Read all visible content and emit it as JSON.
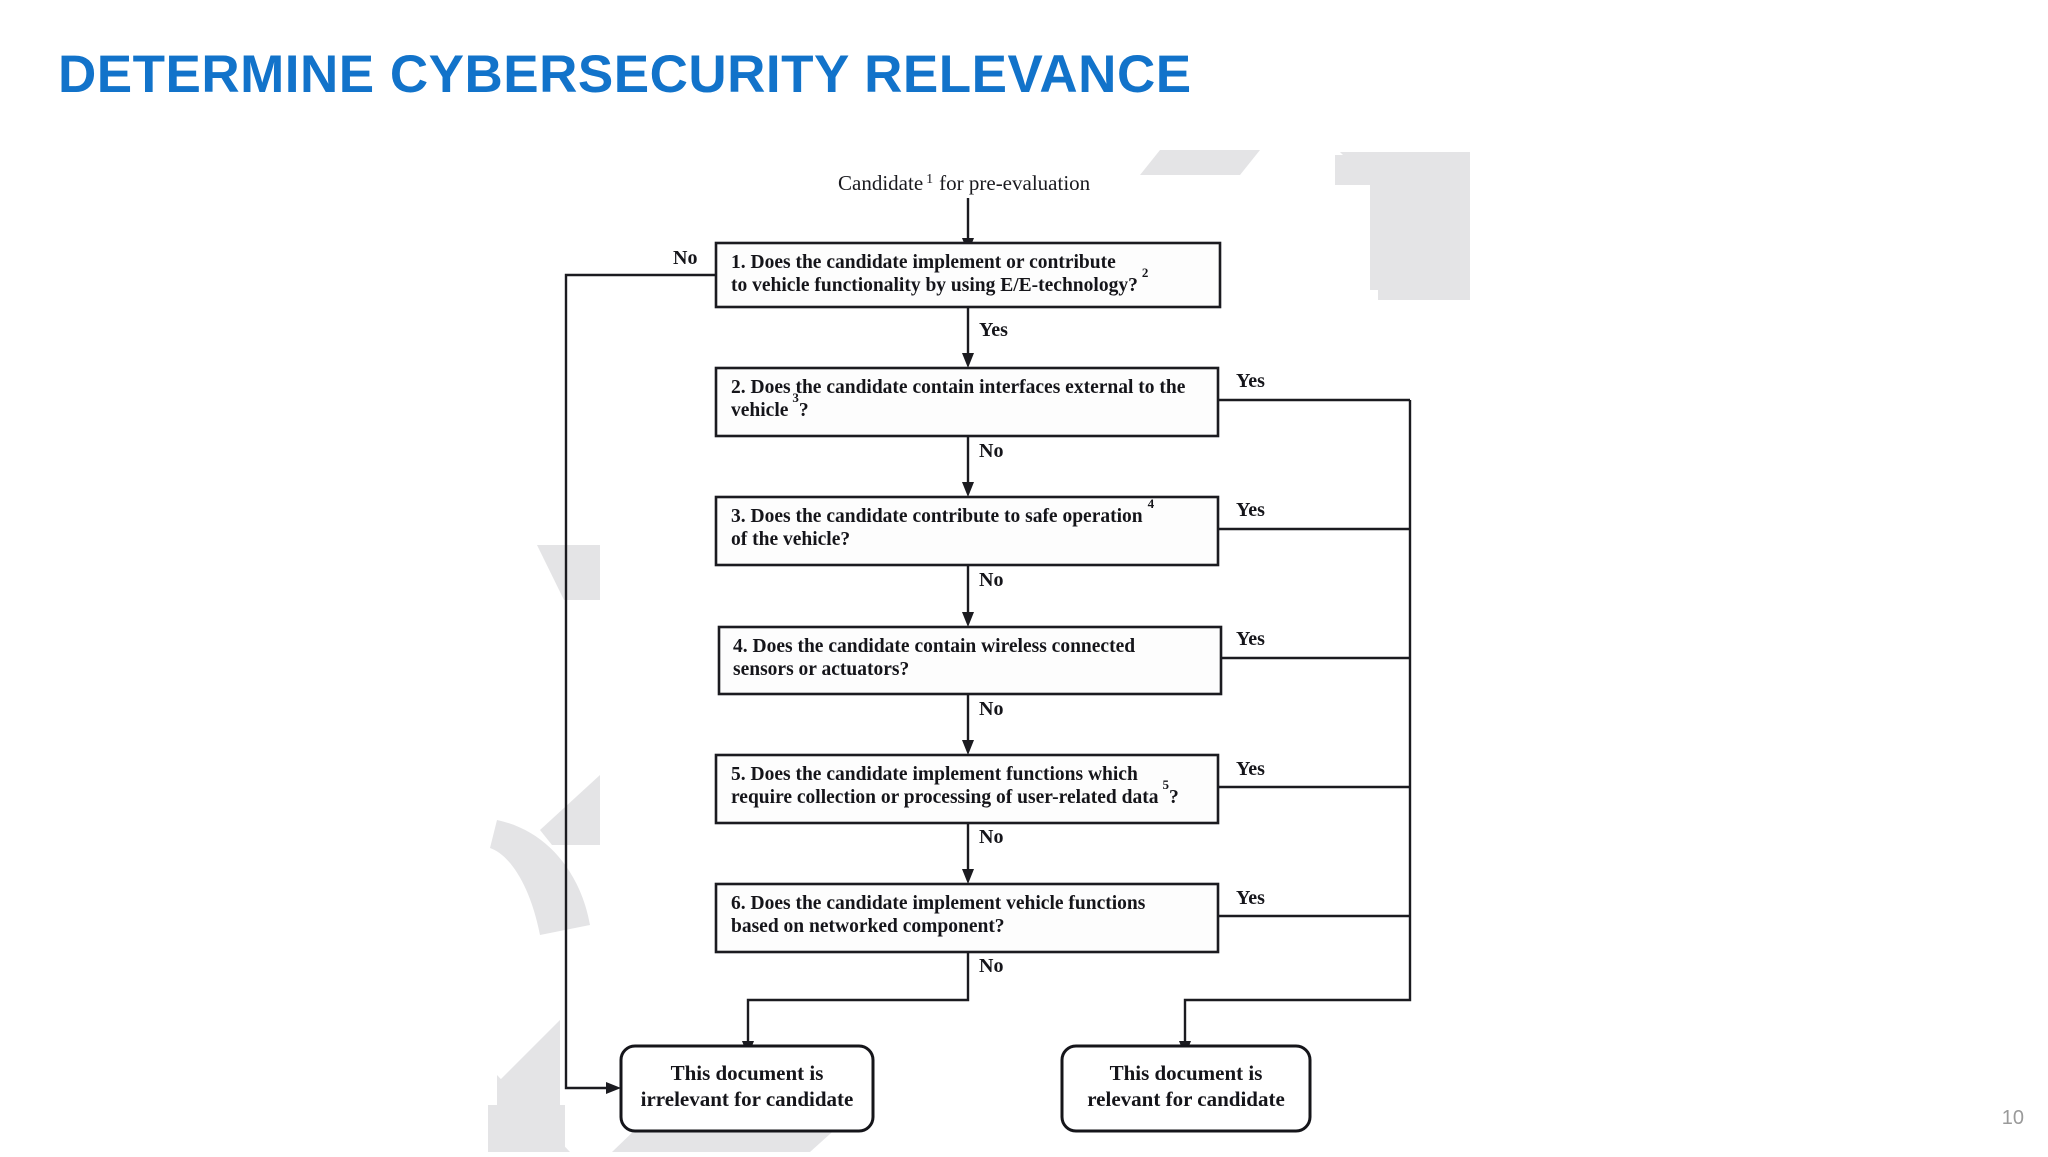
{
  "slide": {
    "title": "DETERMINE CYBERSECURITY RELEVANCE",
    "page_number": "10",
    "title_color": "#1273ca",
    "page_number_color": "#9a9a9a",
    "background_color": "#ffffff",
    "watermark_color": "#e3e3e5"
  },
  "chart_data": {
    "type": "diagram",
    "diagram_kind": "flowchart",
    "title": "Cybersecurity relevance pre-evaluation decision flow",
    "start_label": "Candidate ¹ for pre-evaluation",
    "start_label_parts": {
      "text": "Candidate",
      "superscript": "1",
      "tail": "for pre-evaluation"
    },
    "nodes": [
      {
        "id": "q1",
        "shape": "rectangle",
        "number": "1.",
        "line1": "1. Does the candidate implement or contribute",
        "line2": "to vehicle functionality by using E/E-technology?",
        "superscript": "2",
        "yes_target": "q2",
        "no_target": "irrelevant"
      },
      {
        "id": "q2",
        "shape": "rectangle",
        "number": "2.",
        "line1": "2. Does the candidate contain interfaces external to the",
        "line2": "vehicle",
        "superscript": "3",
        "line2_tail": "?",
        "yes_target": "relevant",
        "no_target": "q3"
      },
      {
        "id": "q3",
        "shape": "rectangle",
        "number": "3.",
        "line1": "3. Does the candidate contribute to safe operation",
        "superscript": "4",
        "line2": "of the vehicle?",
        "yes_target": "relevant",
        "no_target": "q4"
      },
      {
        "id": "q4",
        "shape": "rectangle",
        "number": "4.",
        "line1": "4. Does the candidate contain wireless connected",
        "line2": "sensors or actuators?",
        "superscript": "",
        "yes_target": "relevant",
        "no_target": "q5"
      },
      {
        "id": "q5",
        "shape": "rectangle",
        "number": "5.",
        "line1": "5. Does the candidate implement functions which",
        "line2": "require collection or processing of user-related data",
        "superscript": "5",
        "line2_tail": "?",
        "yes_target": "relevant",
        "no_target": "q6"
      },
      {
        "id": "q6",
        "shape": "rectangle",
        "number": "6.",
        "line1": "6. Does the candidate implement vehicle functions",
        "line2": "based on networked component?",
        "superscript": "",
        "yes_target": "relevant",
        "no_target": "irrelevant"
      },
      {
        "id": "irrelevant",
        "shape": "rounded-rectangle",
        "line1": "This document is",
        "line2": "irrelevant for candidate"
      },
      {
        "id": "relevant",
        "shape": "rounded-rectangle",
        "line1": "This document is",
        "line2": "relevant for candidate"
      }
    ],
    "edge_labels": {
      "q1_no": "No",
      "q1_yes": "Yes",
      "q2_yes": "Yes",
      "q2_no": "No",
      "q3_yes": "Yes",
      "q3_no": "No",
      "q4_yes": "Yes",
      "q4_no": "No",
      "q5_yes": "Yes",
      "q5_no": "No",
      "q6_yes": "Yes",
      "q6_no": "No"
    },
    "line_color": "#1b1b20",
    "box_fill": "#fdfdfd"
  }
}
